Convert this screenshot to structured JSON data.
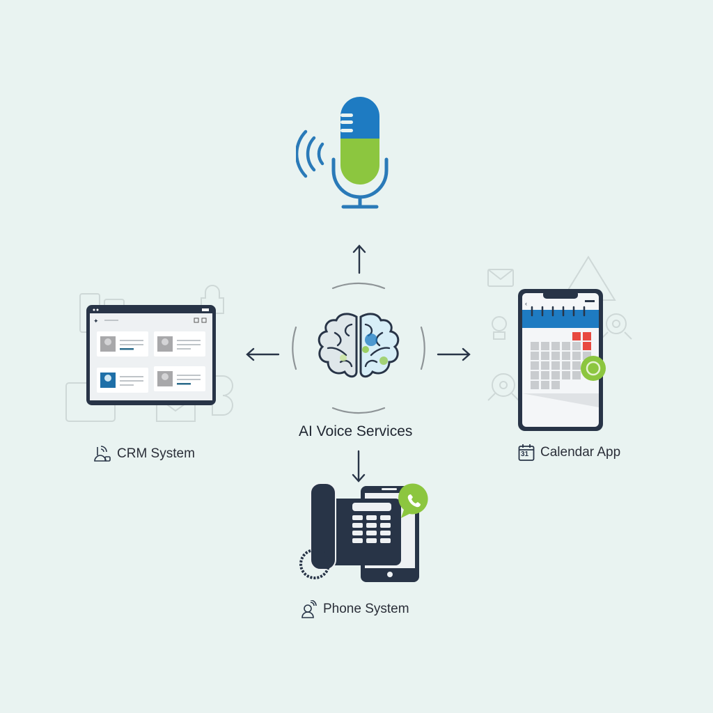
{
  "diagram": {
    "center": {
      "label": "AI Voice Services",
      "icon": "brain-icon"
    },
    "top": {
      "icon": "microphone-icon",
      "colors": {
        "top": "#1e7bc2",
        "bottom": "#8cc63f",
        "stroke": "#2a7ab8"
      }
    },
    "nodes": [
      {
        "id": "crm",
        "label": "CRM System",
        "icon": "crm-icon",
        "direction": "left"
      },
      {
        "id": "calendar",
        "label": "Calendar App",
        "icon": "calendar-icon",
        "calendar_day": "31",
        "direction": "right"
      },
      {
        "id": "phone",
        "label": "Phone System",
        "icon": "phone-icon",
        "direction": "down"
      }
    ],
    "arrows": [
      "up",
      "left",
      "right",
      "down"
    ],
    "colors": {
      "background": "#e9f3f1",
      "dark": "#283447",
      "blue": "#1e7bc2",
      "green": "#8cc63f",
      "red": "#e8493f",
      "grey": "#c9cccf"
    }
  }
}
